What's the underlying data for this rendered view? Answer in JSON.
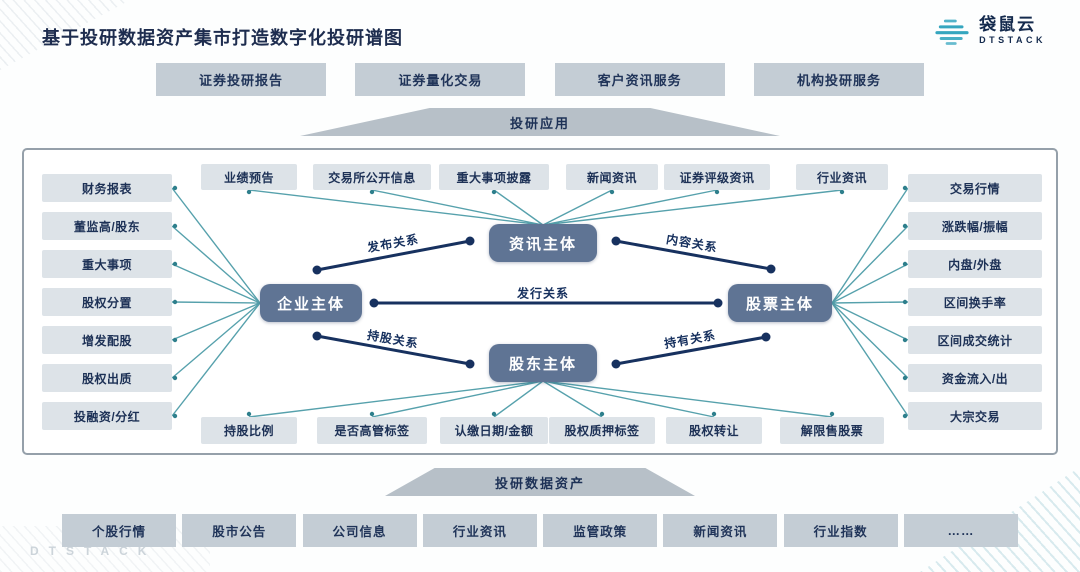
{
  "page": {
    "title": "基于投研数据资产集市打造数字化投研谱图",
    "watermark": "DTSTACK"
  },
  "logo": {
    "name": "袋鼠云",
    "sub": "DTSTACK"
  },
  "top_apps": [
    "证券投研报告",
    "证券量化交易",
    "客户资讯服务",
    "机构投研服务"
  ],
  "banners": {
    "top": "投研应用",
    "bottom": "投研数据资产"
  },
  "diagram": {
    "left": [
      "财务报表",
      "董监高/股东",
      "重大事项",
      "股权分置",
      "增发配股",
      "股权出质",
      "投融资/分红"
    ],
    "top": [
      "业绩预告",
      "交易所公开信息",
      "重大事项披露",
      "新闻资讯",
      "证券评级资讯",
      "行业资讯"
    ],
    "right": [
      "交易行情",
      "涨跌幅/振幅",
      "内盘/外盘",
      "区间换手率",
      "区间成交统计",
      "资金流入/出",
      "大宗交易"
    ],
    "bottom": [
      "持股比例",
      "是否高管标签",
      "认缴日期/金额",
      "股权质押标签",
      "股权转让",
      "解限售股票"
    ],
    "entities": {
      "company": "企业主体",
      "news": "资讯主体",
      "shareholder": "股东主体",
      "stock": "股票主体"
    },
    "relations": {
      "publish": "发布关系",
      "content": "内容关系",
      "issue": "发行关系",
      "holding": "持股关系",
      "hold": "持有关系"
    }
  },
  "bottom_assets": [
    "个股行情",
    "股市公告",
    "公司信息",
    "行业资讯",
    "监管政策",
    "新闻资讯",
    "行业指数",
    "……"
  ],
  "colors": {
    "accent_teal": "#4e9ca8",
    "navy": "#17315f",
    "entity_bg": "#5f7494",
    "gray_box": "#c4cdd5",
    "light_box": "#dde3e8",
    "banner": "#b7c0c8"
  }
}
